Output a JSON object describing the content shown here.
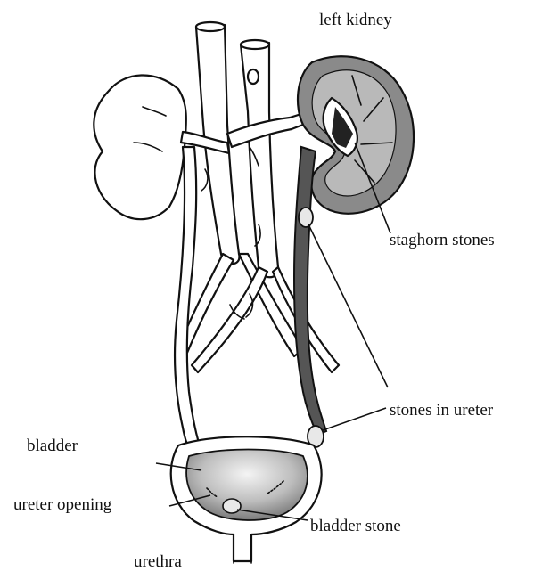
{
  "labels": {
    "left_kidney": "left kidney",
    "staghorn_stones": "staghorn stones",
    "stones_in_ureter": "stones in ureter",
    "bladder": "bladder",
    "ureter_opening": "ureter opening",
    "bladder_stone": "bladder stone",
    "urethra": "urethra"
  },
  "colors": {
    "outline": "#111111",
    "kidney_cortex": "#8a8a8a",
    "kidney_pyramids": "#b9b9b9",
    "diseased_ureter": "#555555",
    "stone": "#e8e8e8",
    "bladder_fill": "#9a9a9a"
  }
}
